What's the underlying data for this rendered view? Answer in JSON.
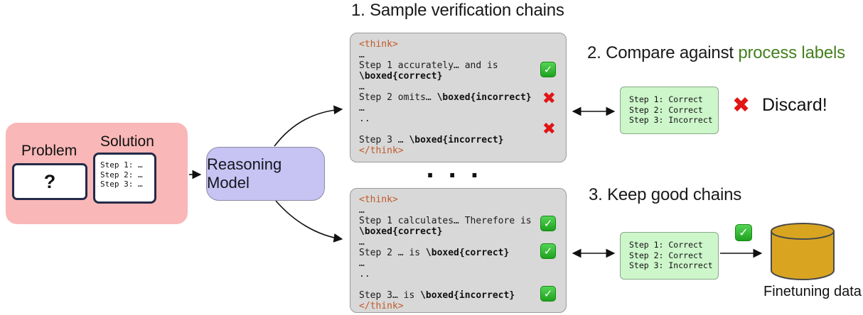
{
  "colors": {
    "panel_pink": "#f9b7b7",
    "model_lavender": "#c7c4f4",
    "chain_gray": "#d8d8d8",
    "label_green_bg": "#cdf6cb",
    "tag_orange": "#c05a28",
    "heading_green": "#45801f",
    "check_green": "#1ea21e",
    "cross_red": "#e01515",
    "cylinder_gold": "#d9a521",
    "box_border_navy": "#242b48"
  },
  "headings": {
    "step1": "1. Sample verification chains",
    "step2_prefix": "2. Compare against ",
    "step2_highlight": "process labels",
    "step3": "3. Keep good chains"
  },
  "input_panel": {
    "problem_label": "Problem",
    "problem_value": "?",
    "solution_label": "Solution",
    "solution_lines": [
      "Step 1: …",
      "Step 2: …",
      "Step 3: …"
    ]
  },
  "model": {
    "label": "Reasoning Model"
  },
  "separator_dots": "···",
  "chains": {
    "top": {
      "lines": [
        {
          "seg": [
            [
              "<think>",
              "t"
            ]
          ]
        },
        {
          "seg": [
            [
              "…",
              ""
            ]
          ]
        },
        {
          "seg": [
            [
              "Step 1 accurately… and is",
              ""
            ]
          ],
          "icon": "check",
          "shift": 4
        },
        {
          "seg": [
            [
              "\\boxed{correct}",
              "b"
            ]
          ]
        },
        {
          "seg": [
            [
              "…",
              ""
            ]
          ]
        },
        {
          "seg": [
            [
              "Step 2 omits… ",
              ""
            ],
            [
              "\\boxed{incorrect}",
              "b"
            ]
          ],
          "icon": "cross",
          "shift": 2
        },
        {
          "seg": [
            [
              "…",
              ""
            ]
          ]
        },
        {
          "seg": [
            [
              "..",
              ""
            ]
          ]
        },
        {
          "seg": [
            [
              " ",
              ""
            ]
          ],
          "icon": "cross",
          "shift": 0
        },
        {
          "seg": [
            [
              "Step 3 … ",
              ""
            ],
            [
              "\\boxed{incorrect}",
              "b"
            ]
          ]
        },
        {
          "seg": [
            [
              "</think>",
              "t"
            ]
          ]
        }
      ]
    },
    "bottom": {
      "lines": [
        {
          "seg": [
            [
              "<think>",
              "t"
            ]
          ]
        },
        {
          "seg": [
            [
              "…",
              ""
            ]
          ]
        },
        {
          "seg": [
            [
              "Step 1 calculates… Therefore is",
              ""
            ]
          ],
          "icon": "check",
          "shift": 2
        },
        {
          "seg": [
            [
              "\\boxed{correct}",
              "b"
            ]
          ]
        },
        {
          "seg": [
            [
              "…",
              ""
            ]
          ]
        },
        {
          "seg": [
            [
              "Step 2 … is ",
              ""
            ],
            [
              "\\boxed{correct}",
              "b"
            ]
          ],
          "icon": "check",
          "shift": -4
        },
        {
          "seg": [
            [
              "…",
              ""
            ]
          ]
        },
        {
          "seg": [
            [
              "..",
              ""
            ]
          ]
        },
        {
          "seg": [
            [
              " ",
              ""
            ]
          ]
        },
        {
          "seg": [
            [
              "Step 3… is ",
              ""
            ],
            [
              "\\boxed{incorrect}",
              "b"
            ]
          ],
          "icon": "check",
          "shift": -4
        },
        {
          "seg": [
            [
              "</think>",
              "t"
            ]
          ]
        }
      ]
    }
  },
  "compare": {
    "label_lines": [
      "Step 1: Correct",
      "Step 2: Correct",
      "Step 3: Incorrect"
    ],
    "discard_label": "Discard!"
  },
  "keep": {
    "label_lines": [
      "Step 1: Correct",
      "Step 2: Correct",
      "Step 3: Incorrect"
    ],
    "finetune_label": "Finetuning data"
  }
}
